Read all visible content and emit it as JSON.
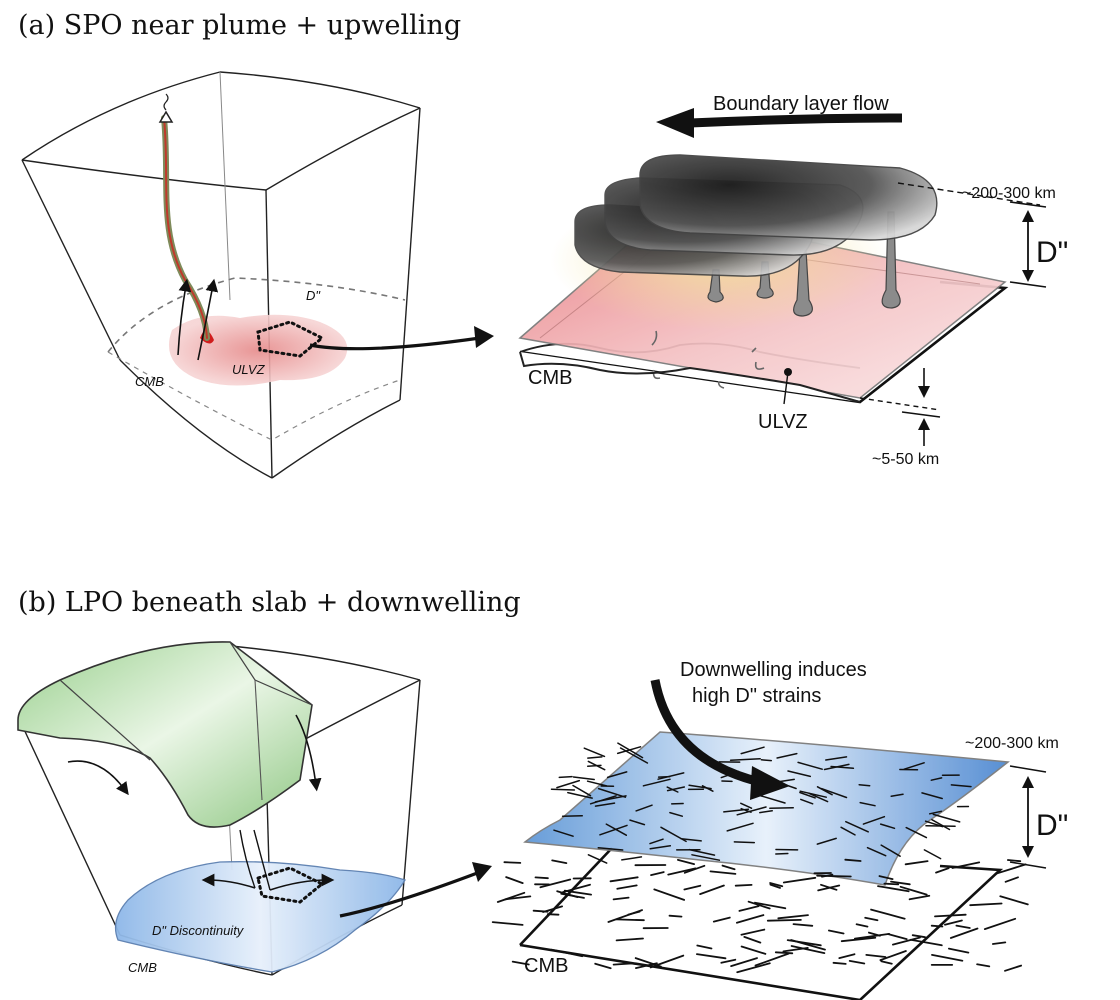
{
  "panel_a": {
    "heading": "(a) SPO near plume + upwelling",
    "cube": {
      "d2_label": "D\"",
      "cmb_label": "CMB",
      "ulvz_label": "ULVZ"
    },
    "detail": {
      "flow_label": "Boundary layer flow",
      "thickness_top": "~200-300 km",
      "d2_label": "D\"",
      "cmb_label": "CMB",
      "ulvz_label": "ULVZ",
      "thickness_bottom": "~5-50 km"
    },
    "colors": {
      "ulvz_fill": "#e88a8a",
      "plume": "#c0392b",
      "blob": "#333333"
    }
  },
  "panel_b": {
    "heading": "(b) LPO beneath slab + downwelling",
    "cube": {
      "disc_label": "D\" Discontinuity",
      "cmb_label": "CMB"
    },
    "detail": {
      "flow_label_1": "Downwelling induces",
      "flow_label_2": "high D\" strains",
      "thickness_top": "~200-300 km",
      "d2_label": "D\"",
      "cmb_label": "CMB"
    },
    "colors": {
      "slab": "#a9d6a0",
      "layer": "#6fa6e0"
    }
  }
}
